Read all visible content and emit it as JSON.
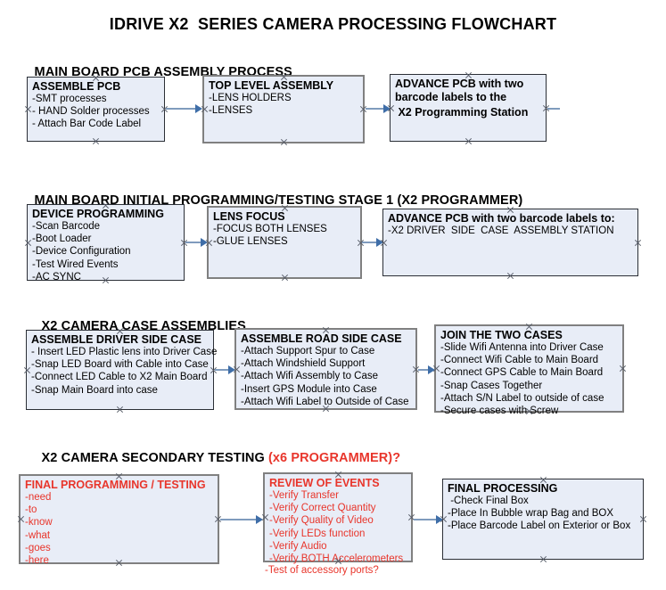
{
  "title": "IDRIVE X2  SERIES CAMERA PROCESSING FLOWCHART",
  "colors": {
    "box_fill": "#e8edf7",
    "box_border": "#2b2f36",
    "box_border_gray": "#808080",
    "accent_red": "#e8352b",
    "arrow_shaft": "#7f9bbd",
    "arrow_head": "#3f6ea8",
    "text": "#000000",
    "background": "#ffffff"
  },
  "sections": [
    {
      "heading": "MAIN BOARD PCB ASSEMBLY PROCESS",
      "heading_accent": "",
      "nodes": [
        {
          "title": "ASSEMBLE PCB",
          "lines": [
            "-SMT processes",
            "- HAND Solder processes",
            "- Attach Bar Code Label"
          ]
        },
        {
          "title": "TOP LEVEL ASSEMBLY",
          "lines": [
            "-LENS HOLDERS",
            "-LENSES"
          ]
        },
        {
          "title": "ADVANCE PCB with two",
          "lines": [
            "barcode labels to the",
            " X2 Programming Station"
          ]
        }
      ]
    },
    {
      "heading": "MAIN BOARD INITIAL PROGRAMMING/TESTING STAGE 1 (X2 PROGRAMMER)",
      "heading_accent": "",
      "nodes": [
        {
          "title": "DEVICE PROGRAMMING",
          "lines": [
            "-Scan Barcode",
            "-Boot Loader",
            "-Device Configuration",
            "-Test Wired Events",
            "-AC SYNC"
          ]
        },
        {
          "title": "LENS FOCUS",
          "lines": [
            "-FOCUS BOTH LENSES",
            "-GLUE LENSES"
          ]
        },
        {
          "title": "ADVANCE PCB with two barcode labels to:",
          "lines": [
            "-X2 DRIVER  SIDE  CASE  ASSEMBLY STATION"
          ]
        }
      ]
    },
    {
      "heading": "X2 CAMERA CASE ASSEMBLIES",
      "heading_accent": "",
      "nodes": [
        {
          "title": "ASSEMBLE DRIVER SIDE CASE",
          "lines": [
            "- Insert LED Plastic lens into Driver Case",
            "-Snap LED Board with Cable into Case",
            "-Connect LED Cable to X2 Main Board",
            "-Snap Main Board into case"
          ]
        },
        {
          "title": "ASSEMBLE ROAD SIDE CASE",
          "lines": [
            "-Attach Support Spur to Case",
            "-Attach Windshield Support",
            "-Attach Wifi Assembly to Case",
            "-Insert GPS Module into Case",
            "-Attach Wifi Label to Outside of Case"
          ]
        },
        {
          "title": "JOIN THE TWO CASES",
          "lines": [
            "-Slide Wifi Antenna into Driver Case",
            "-Connect Wifi Cable to Main Board",
            "-Connect GPS Cable to Main Board",
            "-Snap Cases Together",
            "-Attach S/N Label to outside of case",
            "-Secure cases with Screw"
          ]
        }
      ]
    },
    {
      "heading": "X2 CAMERA SECONDARY TESTING ",
      "heading_accent": "(x6 PROGRAMMER)?",
      "nodes": [
        {
          "title": "FINAL PROGRAMMING / TESTING",
          "lines": [
            "-need",
            "-to",
            "-know",
            "-what",
            "-goes",
            "-here"
          ]
        },
        {
          "title": "REVIEW OF EVENTS",
          "lines": [
            "-Verify Transfer",
            "-Verify Correct Quantity",
            "-Verify Quality of Video",
            "-Verify LEDs function",
            "-Verify Audio",
            "-Verify BOTH Accelerometers",
            "-Test of accessory ports?"
          ]
        },
        {
          "title": "FINAL PROCESSING",
          "lines": [
            " -Check Final Box",
            "-Place In Bubble wrap Bag and BOX",
            "-Place Barcode Label on Exterior or Box"
          ]
        }
      ]
    }
  ]
}
